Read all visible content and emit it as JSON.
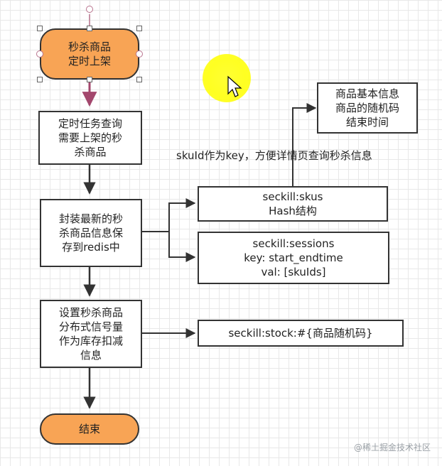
{
  "nodes": {
    "start": "秒杀商品\n定时上架",
    "query": "定时任务查询\n需要上架的秒\n杀商品",
    "cache": "封装最新的秒\n杀商品信息保\n存到redis中",
    "semaphore": "设置秒杀商品\n分布式信号量\n作为库存扣减\n信息",
    "end": "结束",
    "skus": "seckill:skus\nHash结构",
    "sessions": "seckill:sessions\nkey: start_endtime\nval:  [skuIds]",
    "stock": "seckill:stock:#{商品随机码}",
    "sku_info": "商品基本信息\n商品的随机码\n结束时间"
  },
  "annotation": "skuId作为key，方便详情页查询秒杀信息",
  "watermark": "@稀土掘金技术社区",
  "colors": {
    "terminal_fill": "#f8a455",
    "line": "#333333",
    "highlight": "#ffff33"
  },
  "icons": [
    "mouse-cursor-icon"
  ]
}
